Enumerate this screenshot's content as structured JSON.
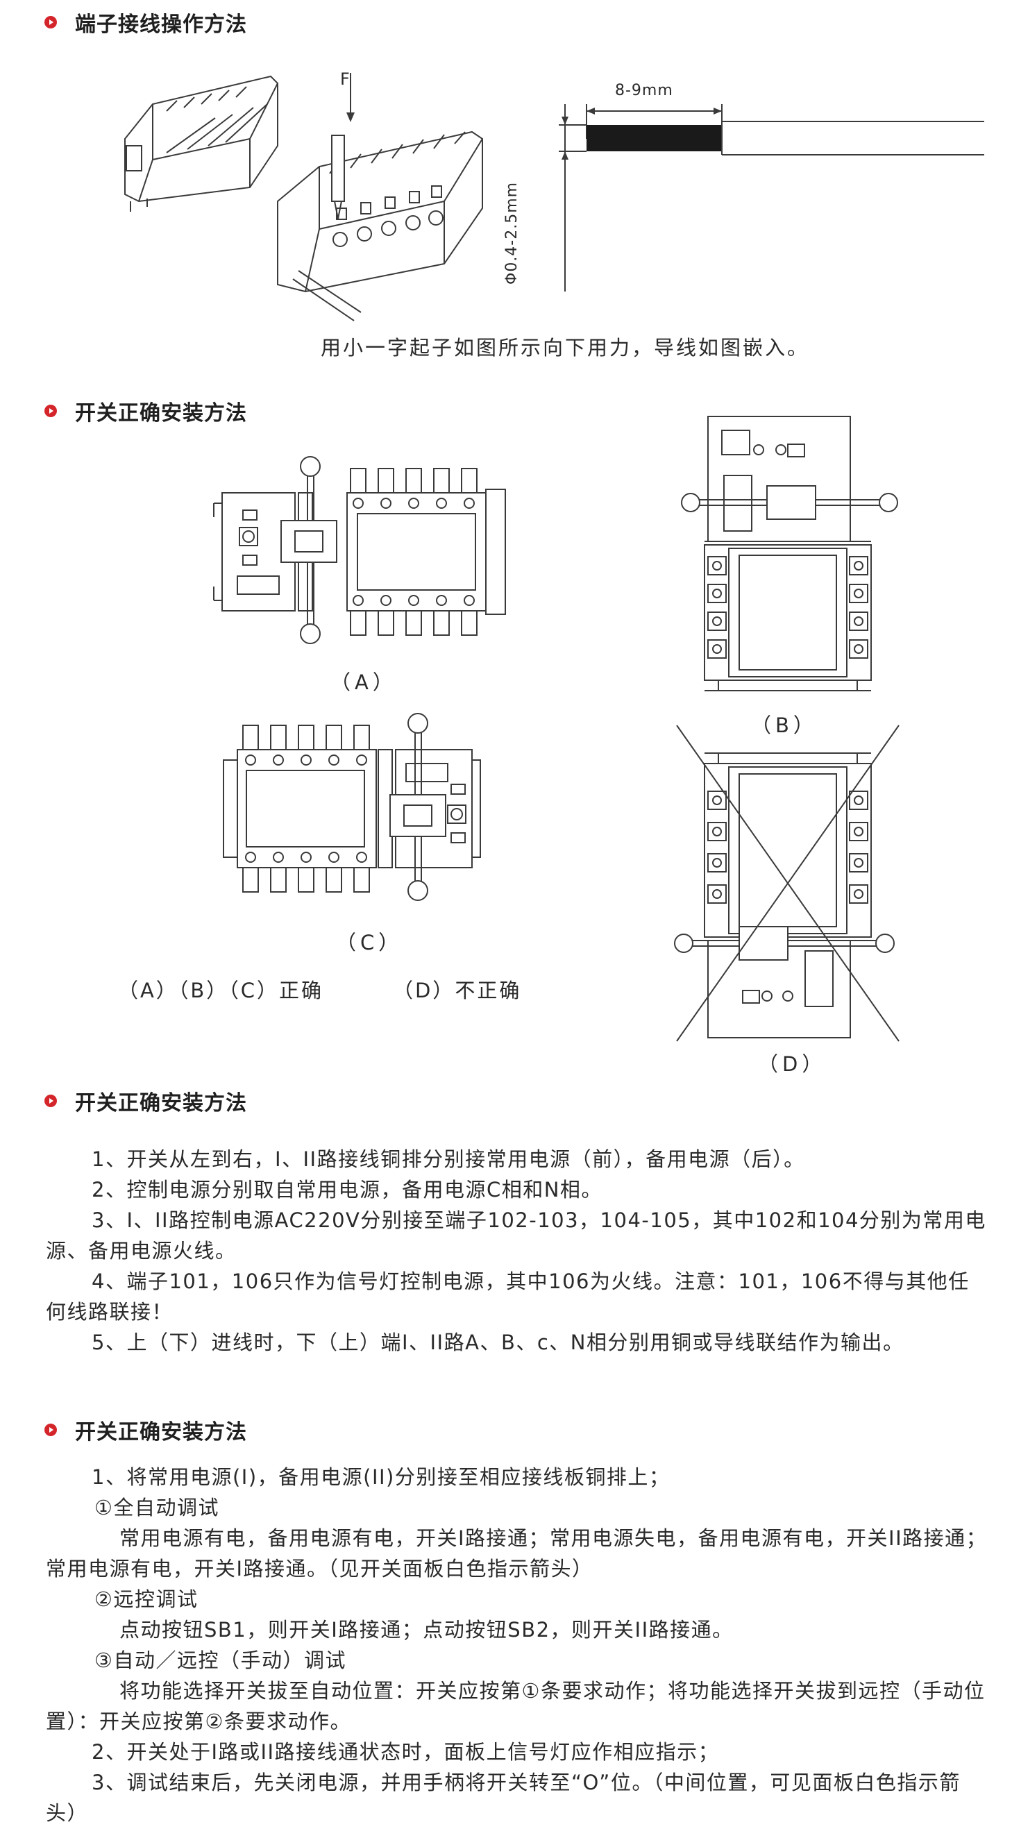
{
  "section1": {
    "heading": "端子接线操作方法",
    "force_label": "F",
    "strip_length": "8-9mm",
    "wire_diameter": "Φ0.4-2.5mm",
    "caption": "用小一字起子如图所示向下用力，导线如图嵌入。"
  },
  "section2": {
    "heading": "开关正确安装方法",
    "labels": {
      "a": "（A）",
      "b": "（B）",
      "c": "（C）",
      "d": "（D）"
    },
    "summary_correct": "（A）（B）（C）正确",
    "summary_incorrect": "（D）不正确"
  },
  "section3": {
    "heading": "开关正确安装方法",
    "items": [
      "1、开关从左到右，I、II路接线铜排分别接常用电源（前），备用电源（后）。",
      "2、控制电源分别取自常用电源，备用电源C相和N相。",
      "3、I、II路控制电源AC220V分别接至端子102-103，104-105，其中102和104分别为常用电源、备用电源火线。",
      "4、端子101，106只作为信号灯控制电源，其中106为火线。注意：101，106不得与其他任何线路联接！",
      "5、上（下）进线时，下（上）端I、II路A、B、c、N相分别用铜或导线联结作为输出。"
    ]
  },
  "section4": {
    "heading": "开关正确安装方法",
    "line1": "1、将常用电源(I)，备用电源(II)分别接至相应接线板铜排上；",
    "sub1_title": "①全自动调试",
    "sub1_body": "常用电源有电，备用电源有电，开关I路接通；常用电源失电，备用电源有电，开关II路接通；常用电源有电，开关I路接通。（见开关面板白色指示箭头）",
    "sub2_title": "②远控调试",
    "sub2_body": "点动按钮SB1，则开关I路接通；点动按钮SB2，则开关II路接通。",
    "sub3_title": "③自动／远控（手动）调试",
    "sub3_body": "将功能选择开关拔至自动位置：开关应按第①条要求动作；将功能选择开关拔到远控（手动位置）：开关应按第②条要求动作。",
    "line2": "2、开关处于I路或II路接线通状态时，面板上信号灯应作相应指示；",
    "line3": "3、调试结束后，先关闭电源，并用手柄将开关转至“O”位。（中间位置，可见面板白色指示箭头）"
  },
  "colors": {
    "bullet": "#d4252b",
    "text": "#2a2a2a",
    "line": "#3a3a3a"
  }
}
